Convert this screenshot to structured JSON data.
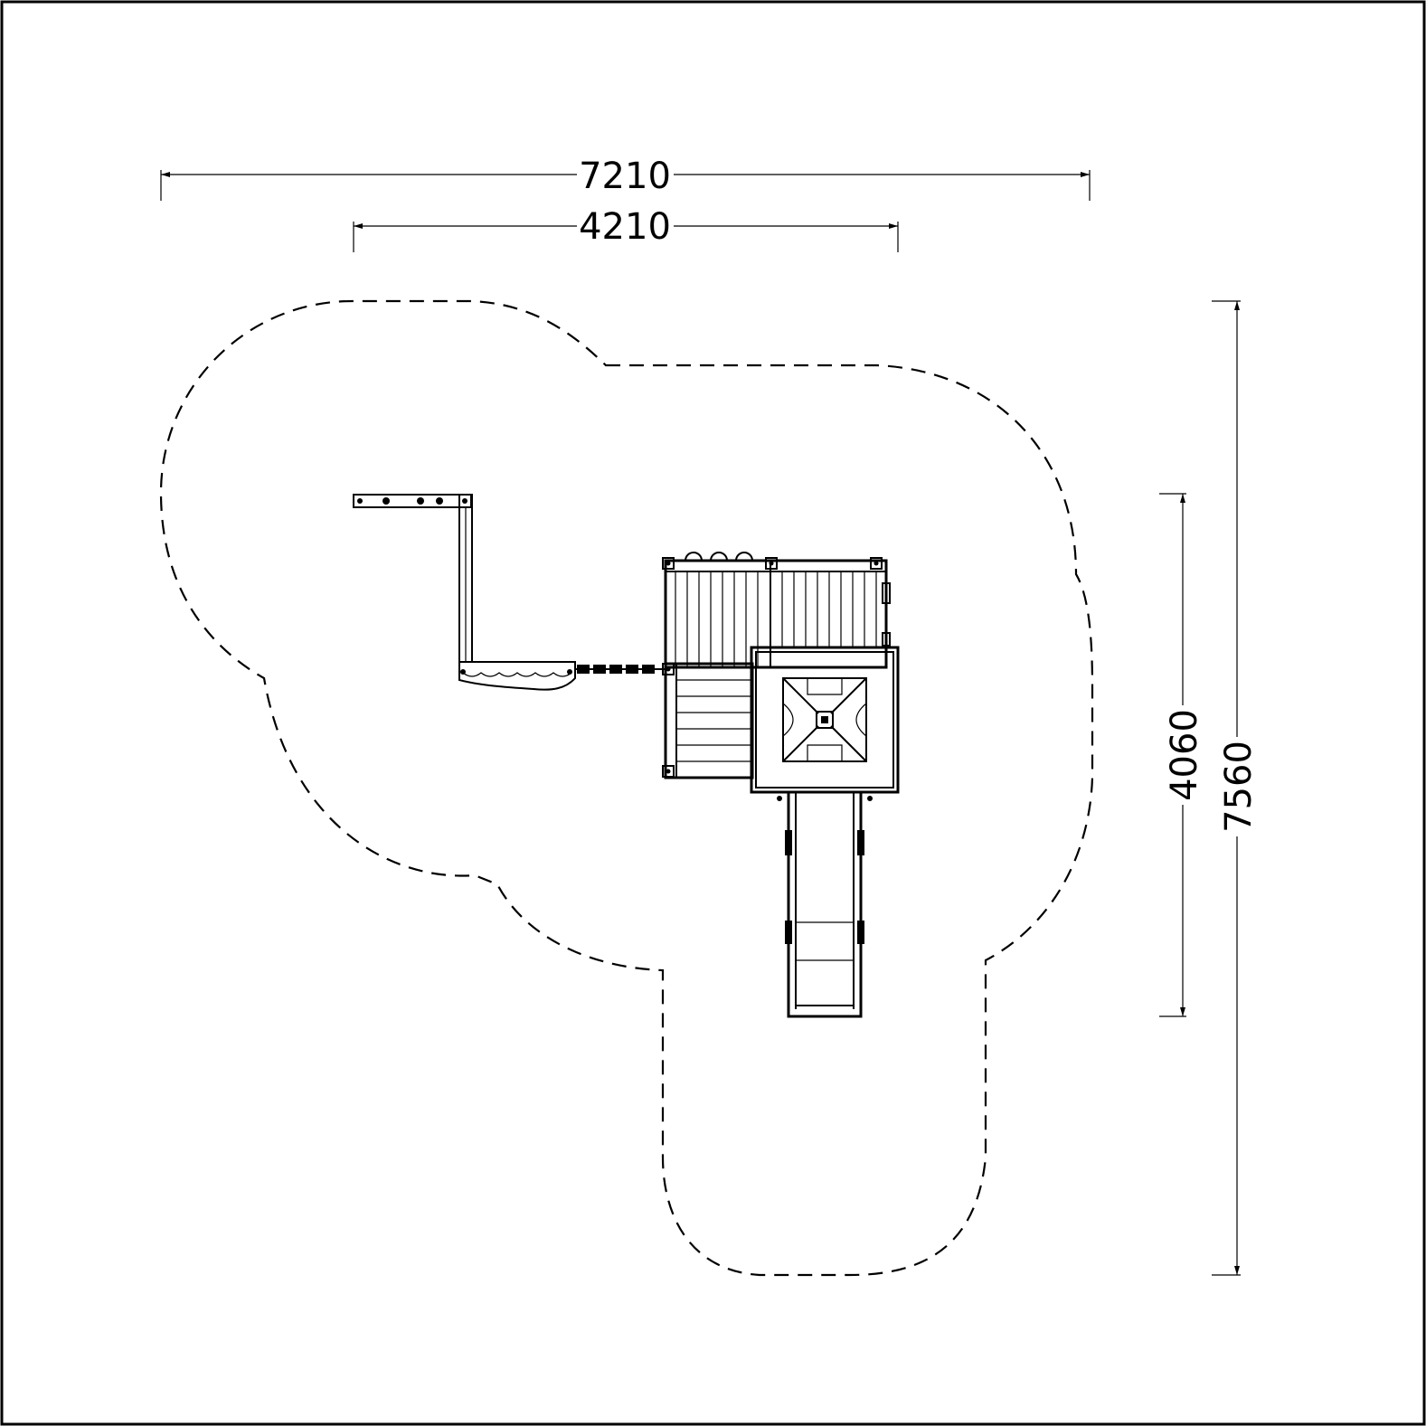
{
  "drawing": {
    "type": "playground-plan-view",
    "colors": {
      "line": "#000000",
      "background": "#ffffff"
    }
  },
  "dimensions": {
    "overall_width": "7210",
    "equipment_width": "4210",
    "equipment_depth": "4060",
    "overall_depth": "7560"
  }
}
